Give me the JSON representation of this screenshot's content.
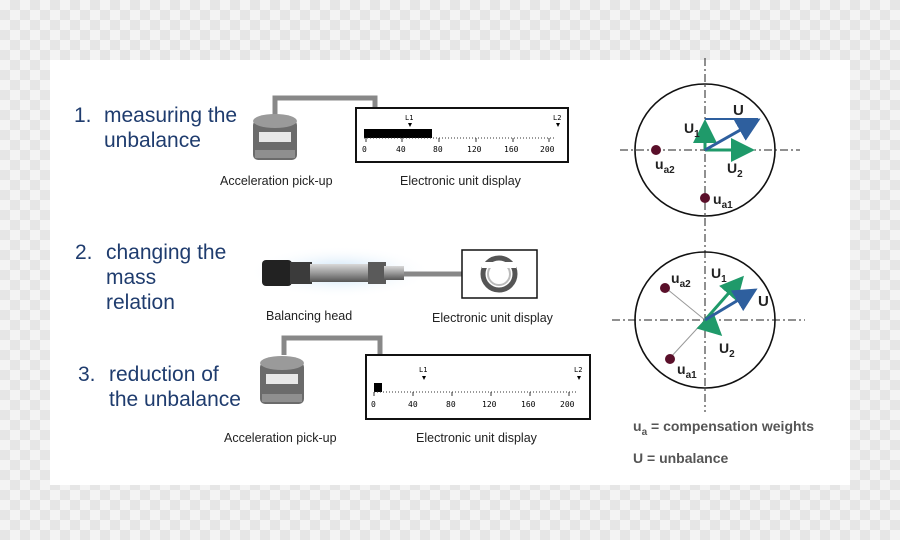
{
  "steps": [
    {
      "number": "1.",
      "lines": [
        "measuring the",
        "unbalance"
      ]
    },
    {
      "number": "2.",
      "lines": [
        "changing the",
        "mass",
        "relation"
      ]
    },
    {
      "number": "3.",
      "lines": [
        "reduction of",
        "the unbalance"
      ]
    }
  ],
  "captions": {
    "pickup_1": "Acceleration pick-up",
    "display_1": "Electronic unit display",
    "balancing_head": "Balancing head",
    "display_2": "Electronic unit display",
    "pickup_3": "Acceleration pick-up",
    "display_3": "Electronic unit display"
  },
  "gauge_1": {
    "ticks": [
      "0",
      "40",
      "80",
      "120",
      "160",
      "200"
    ],
    "marker_1": "L1",
    "marker_2": "L2",
    "level": 75
  },
  "gauge_3": {
    "ticks": [
      "0",
      "40",
      "80",
      "120",
      "160",
      "200"
    ],
    "marker_1": "L1",
    "marker_2": "L2",
    "level": 8
  },
  "vector_labels": {
    "top": {
      "U": "U",
      "U1": "U",
      "U1_sub": "1",
      "U2": "U",
      "U2_sub": "2",
      "ua2": "u",
      "ua2_sub1": "a",
      "ua2_sub2": "2",
      "ua1": "u",
      "ua1_sub1": "a",
      "ua1_sub2": "1"
    },
    "bottom": {
      "U": "U",
      "U1": "U",
      "U1_sub": "1",
      "U2": "U",
      "U2_sub": "2",
      "ua2": "u",
      "ua2_sub1": "a",
      "ua2_sub2": "2",
      "ua1": "u",
      "ua1_sub1": "a",
      "ua1_sub2": "1"
    }
  },
  "legend": {
    "ua_symbol": "u",
    "ua_sub": "a",
    "ua_text": " = compensation weights",
    "u_text": "U = unbalance"
  },
  "colors": {
    "title": "#1f3c6e",
    "vector_blue": "#2e5f9e",
    "vector_green": "#1f9a6a",
    "weight_dot": "#5a0f2a",
    "cable": "#888888"
  }
}
